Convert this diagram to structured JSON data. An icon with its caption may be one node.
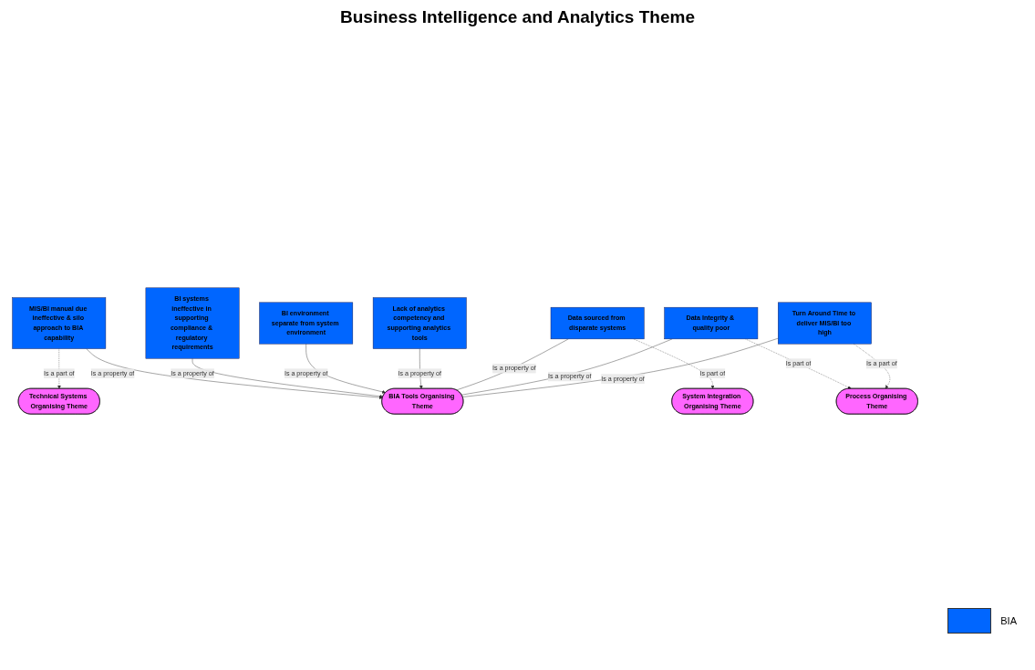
{
  "diagram": {
    "title": "Business Intelligence and Analytics Theme",
    "nodes": [
      {
        "text": [
          "MIS/BI manual due ineffective & silo approach to BIA capability"
        ]
      },
      {
        "text": [
          "BI systems ineffective in supporting compliance & regulatory requirements"
        ]
      },
      {
        "text": [
          "Technical Systems Organising Theme"
        ]
      },
      {
        "text": [
          "BI environment separate from system environment"
        ]
      },
      {
        "text": [
          "BIA Tools Organising Theme"
        ]
      },
      {
        "text": [
          "Data sourced from disparate systems"
        ]
      },
      {
        "text": [
          "Lack of analytics competency and supporting analytics tools"
        ]
      },
      {
        "text": [
          "System Integration Organising Theme"
        ]
      },
      {
        "text": [
          "Data Integrity & quality poor"
        ]
      },
      {
        "text": [
          "Turn Around Time to deliver MIS/BI too high"
        ]
      },
      {
        "text": [
          "Process Organising Theme"
        ]
      }
    ],
    "edges": [
      {
        "from": 0,
        "to": 2,
        "arrow": "to",
        "label": "Is a part of",
        "style": "dashed"
      },
      {
        "from": 0,
        "to": 4,
        "arrow": "to",
        "label": "Is a property of"
      },
      {
        "from": 1,
        "to": 4,
        "arrow": "to",
        "label": "Is a property of"
      },
      {
        "from": 3,
        "to": 4,
        "arrow": "to",
        "label": "Is a property of"
      },
      {
        "from": 6,
        "to": 4,
        "arrow": "to",
        "label": "Is a property of"
      },
      {
        "from": 5,
        "to": 4,
        "arrow": "none",
        "label": "Is a property of"
      },
      {
        "from": 5,
        "to": 7,
        "arrow": "to",
        "label": "Is part of",
        "style": "dashed"
      },
      {
        "from": 8,
        "to": 4,
        "arrow": "none",
        "label": "Is a property of"
      },
      {
        "from": 8,
        "to": 10,
        "arrow": "to",
        "label": "Is part of",
        "style": "dashed"
      },
      {
        "from": 9,
        "to": 4,
        "arrow": "none",
        "label": "Is a property of"
      },
      {
        "from": 9,
        "to": 10,
        "arrow": "to",
        "label": "Is a part of",
        "style": "dashed"
      }
    ],
    "legend": [
      {
        "text": "BIA",
        "color": "#0066ff"
      }
    ]
  }
}
